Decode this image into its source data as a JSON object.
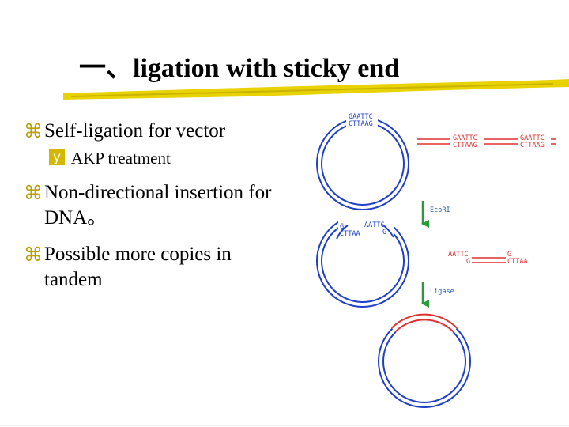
{
  "title": "一、ligation with sticky end",
  "bullets": [
    {
      "text": "Self-ligation for vector",
      "sub": "AKP treatment"
    },
    {
      "text": "Non-directional insertion for DNA。"
    },
    {
      "text": "Possible more copies in tandem"
    }
  ],
  "icons": {
    "bullet": "command-icon",
    "sub_bullet": "checkbox-y-icon"
  },
  "colors": {
    "vector": "#1f3fc8",
    "insert": "#e03030",
    "enzyme_arrow": "#2a9a3a",
    "title_underline": "#e8d200",
    "bullet": "#b8a000"
  },
  "diagram": {
    "vector_sites": {
      "top": "GAATTC",
      "bottom": "CTTAAG"
    },
    "insert_sites": {
      "top_left": "GAATTC",
      "bottom_left": "CTTAAG",
      "top_right": "GAATTC",
      "bottom_right": "CTTAAG"
    },
    "enzyme_1": "EcoRI",
    "cut_vector": {
      "left_top": "G",
      "left_bottom": "CTTAA",
      "right_top": "AATTC",
      "right_bottom": "G"
    },
    "cut_insert": {
      "left_top": "AATTC",
      "left_bottom": "G",
      "right_top": "G",
      "right_bottom": "CTTAA"
    },
    "enzyme_2": "Ligase"
  }
}
